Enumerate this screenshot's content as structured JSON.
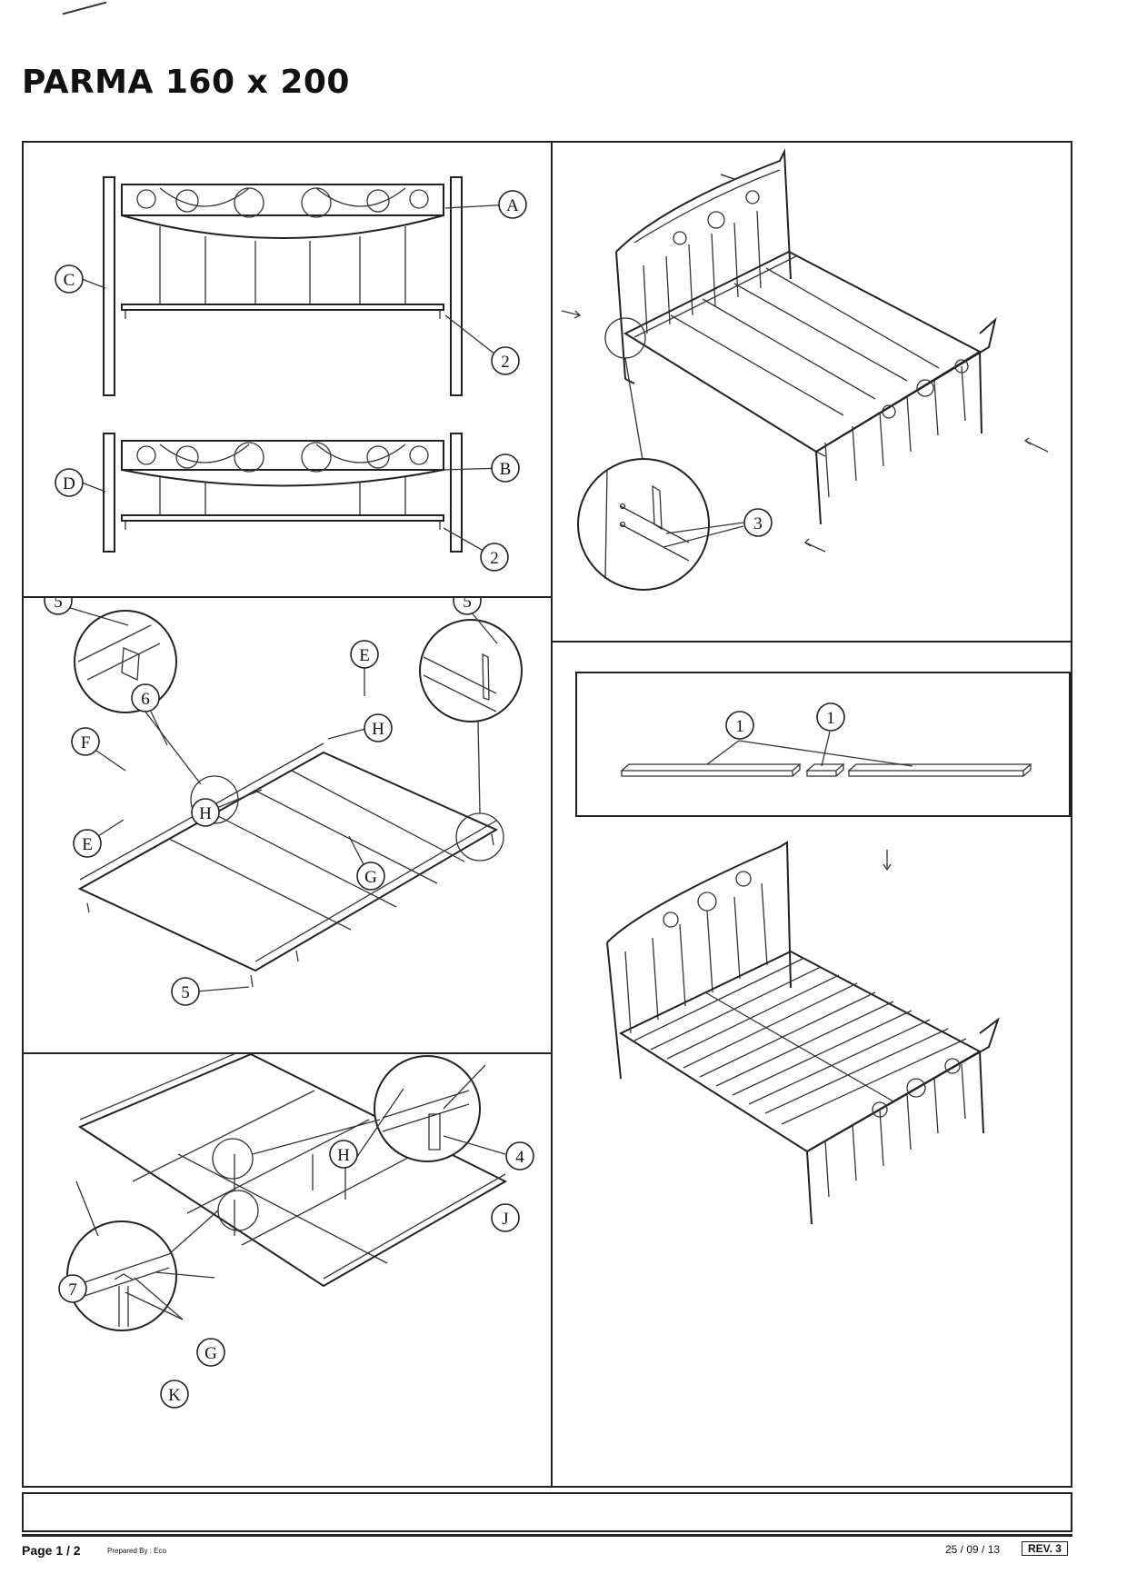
{
  "document": {
    "title": "PARMA 160 x 200"
  },
  "panel1": {
    "labels": [
      "A",
      "C",
      "2",
      "B",
      "D",
      "2"
    ]
  },
  "panel2": {
    "labels": [
      "3"
    ]
  },
  "panel3": {
    "labels": [
      "5",
      "5",
      "E",
      "6",
      "H",
      "F",
      "H",
      "E",
      "G",
      "5"
    ]
  },
  "panel4": {
    "labels": [
      "1",
      "1"
    ]
  },
  "panel5": {
    "labels": [
      "H",
      "4",
      "J",
      "7",
      "G",
      "K"
    ]
  },
  "footer": {
    "page": "Page 1 / 2",
    "prepared_by": "Prepared By : Eco",
    "date": "25 / 09 / 13",
    "revision": "REV. 3"
  }
}
